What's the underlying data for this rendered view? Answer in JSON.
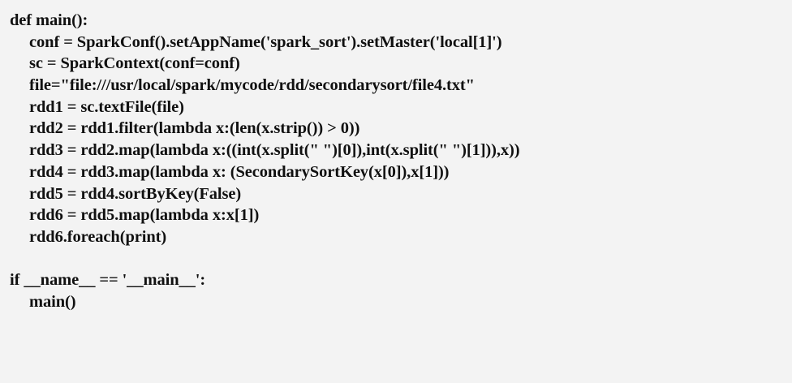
{
  "code": {
    "lines": [
      "def main():",
      "conf = SparkConf().setAppName('spark_sort').setMaster('local[1]')",
      "sc = SparkContext(conf=conf)",
      "file=\"file:///usr/local/spark/mycode/rdd/secondarysort/file4.txt\"",
      "rdd1 = sc.textFile(file)",
      "rdd2 = rdd1.filter(lambda x:(len(x.strip()) > 0))",
      "rdd3 = rdd2.map(lambda x:((int(x.split(\" \")[0]),int(x.split(\" \")[1])),x))",
      "rdd4 = rdd3.map(lambda x: (SecondarySortKey(x[0]),x[1]))",
      "rdd5 = rdd4.sortByKey(False)",
      "rdd6 = rdd5.map(lambda x:x[1])",
      "rdd6.foreach(print)",
      "",
      "if __name__ == '__main__':",
      "main()"
    ]
  }
}
